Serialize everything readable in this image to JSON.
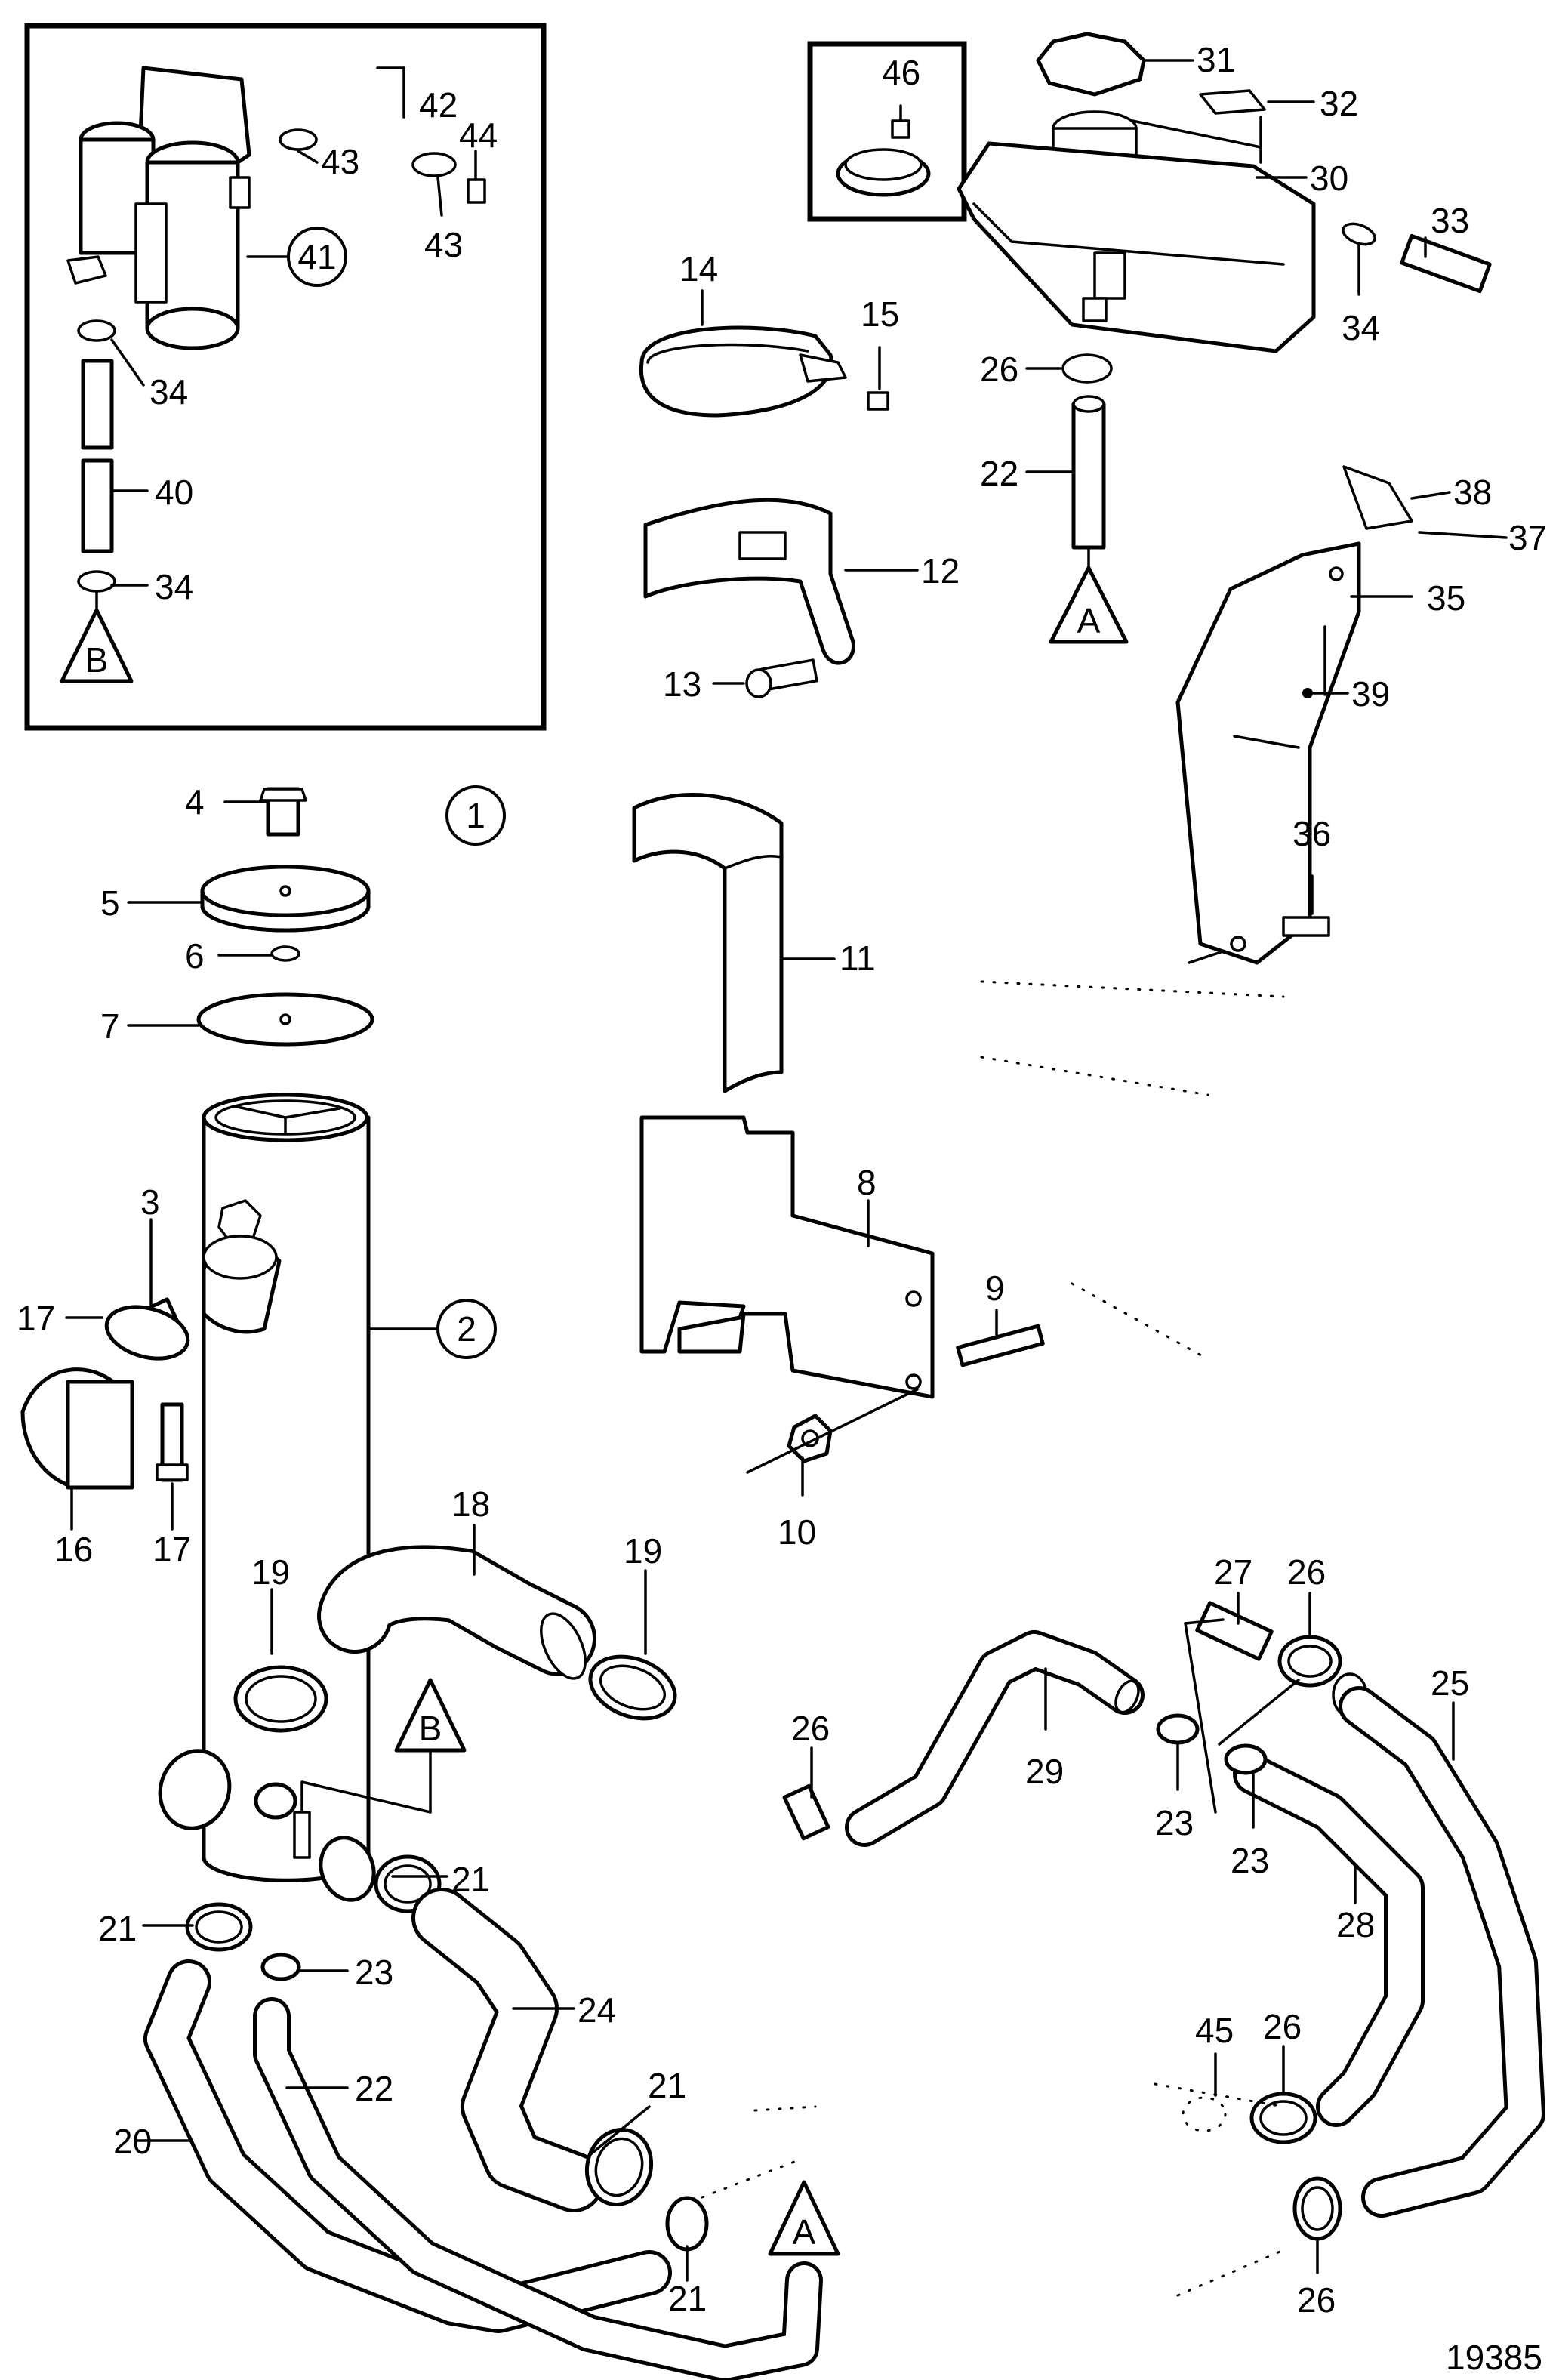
{
  "diagram": {
    "drawing_number": "19385",
    "callouts": [
      "1",
      "2",
      "3",
      "4",
      "5",
      "6",
      "7",
      "8",
      "9",
      "10",
      "11",
      "12",
      "13",
      "14",
      "15",
      "16",
      "17",
      "18",
      "19",
      "20",
      "21",
      "22",
      "23",
      "24",
      "25",
      "26",
      "27",
      "28",
      "29",
      "30",
      "31",
      "32",
      "33",
      "34",
      "35",
      "36",
      "37",
      "38",
      "39",
      "40",
      "41",
      "42",
      "43",
      "44",
      "45",
      "46"
    ],
    "connection_markers": {
      "a": "A",
      "b": "B"
    },
    "colors": {
      "ink": "#000000",
      "paper": "#ffffff"
    }
  }
}
